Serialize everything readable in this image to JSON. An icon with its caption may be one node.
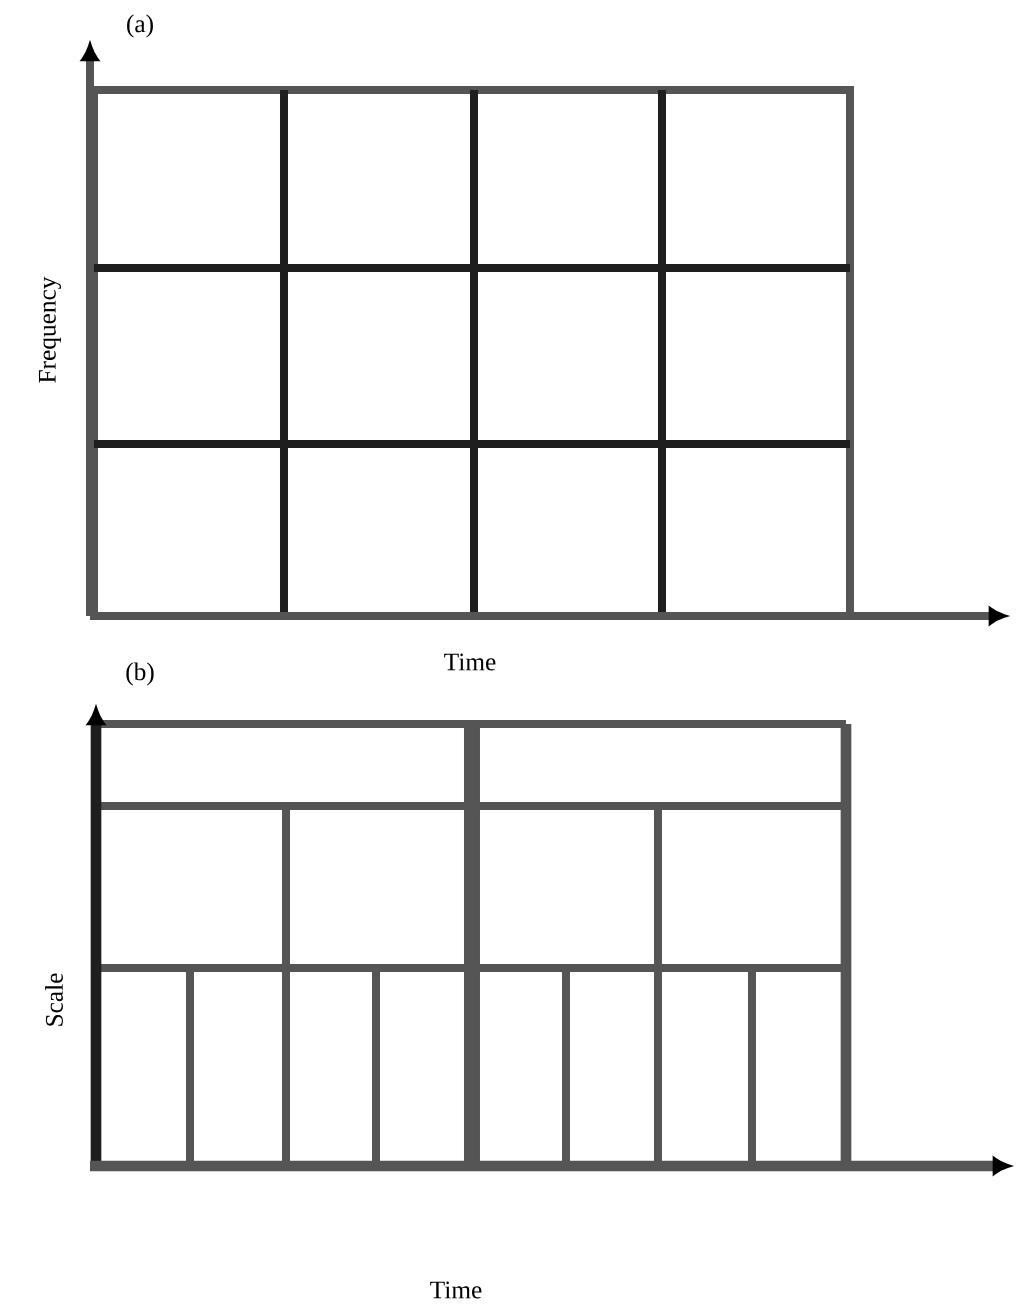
{
  "diagram": {
    "labels": [
      "(a)",
      "Frequency",
      "Time",
      "(b)",
      "Scale",
      "Time"
    ]
  }
}
